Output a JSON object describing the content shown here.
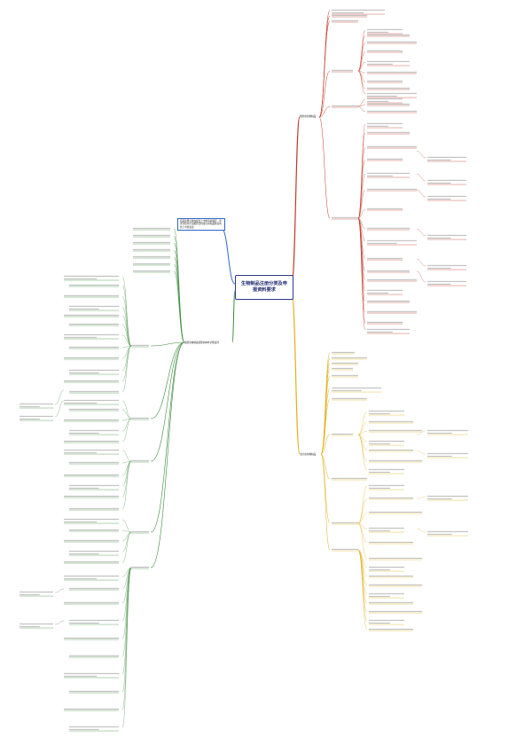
{
  "root": {
    "title": "生物制品注册分类及申报资料要求"
  },
  "branches": {
    "prev_box": "药品注册分类在提出上市申请前确定，审评过程中不因相同活性成分的制品在境内外上市而变更",
    "preventive": "预防用生物制品",
    "therapeutic": "治疗用生物制品",
    "diagnostic": "按照生物制品管理的体外诊断试剂"
  },
  "colors": {
    "root_border": "#2d3a8c",
    "preventive": "#c0392b",
    "therapeutic": "#e0b020",
    "diagnostic": "#3a8a3a",
    "left": "#2d66c4"
  }
}
